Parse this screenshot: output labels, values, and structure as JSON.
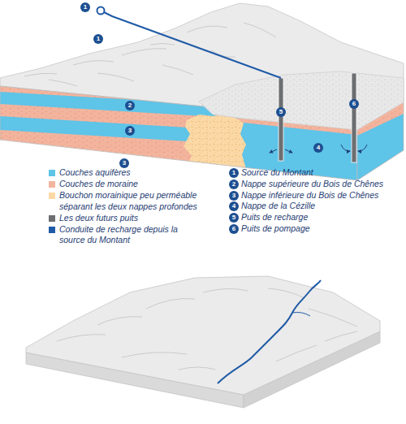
{
  "diagram": {
    "labels": [
      "1",
      "1",
      "2",
      "3",
      "3",
      "4",
      "5",
      "6",
      "1",
      "Source du Montant",
      "2",
      "Nappe supérieure du Bois de Chênes",
      "3",
      "Nappe inférieure du Bois de Chênes",
      "4",
      "Nappe de la Cézille",
      "5",
      "Puits de recharge",
      "6",
      "Puits de pompage"
    ],
    "legend": [
      {
        "text": "Couches aquifères",
        "color": "#5ec4e8"
      },
      {
        "text": "Couches de moraine",
        "color": "#f3b49e"
      },
      {
        "text": "Bouchon morainique peu perméable séparant les deux nappes profondes",
        "color": "#fbd9a6"
      },
      {
        "text": "Les deux futurs puits",
        "color": "#6d6e71"
      },
      {
        "text": "Conduite de recharge depuis la source du Montant",
        "color": "#1f5aa6"
      }
    ]
  }
}
